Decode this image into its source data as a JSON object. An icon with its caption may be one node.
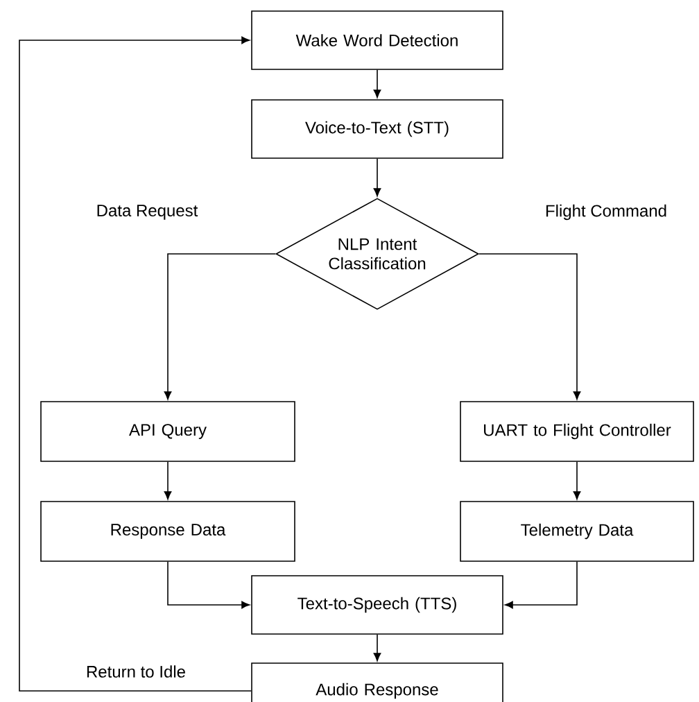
{
  "diagram": {
    "nodes": [
      {
        "text": [
          "Wake Word Detection"
        ]
      },
      {
        "text": [
          "Voice-to-Text (STT)"
        ]
      },
      {
        "text": [
          "NLP Intent Classification"
        ]
      },
      {
        "text": [
          "API Query"
        ]
      },
      {
        "text": [
          "Response Data"
        ]
      },
      {
        "text": [
          "UART to Flight Controller"
        ]
      },
      {
        "text": [
          "Telemetry Data"
        ]
      },
      {
        "text": [
          "Text-to-Speech (TTS)"
        ]
      },
      {
        "text": [
          "Audio Response"
        ]
      }
    ],
    "edges": [
      {
        "from": 0,
        "to": 1,
        "arrow": "to"
      },
      {
        "from": 1,
        "to": 2,
        "arrow": "to"
      },
      {
        "from": 2,
        "to": 3,
        "arrow": "to",
        "label": "Data Request"
      },
      {
        "from": 2,
        "to": 5,
        "arrow": "to",
        "label": "Flight Command"
      },
      {
        "from": 3,
        "to": 4,
        "arrow": "to"
      },
      {
        "from": 5,
        "to": 6,
        "arrow": "to"
      },
      {
        "from": 4,
        "to": 7,
        "arrow": "to"
      },
      {
        "from": 6,
        "to": 7,
        "arrow": "to"
      },
      {
        "from": 7,
        "to": 8,
        "arrow": "to"
      },
      {
        "from": 8,
        "to": 0,
        "arrow": "to",
        "label": "Return to Idle"
      }
    ]
  }
}
